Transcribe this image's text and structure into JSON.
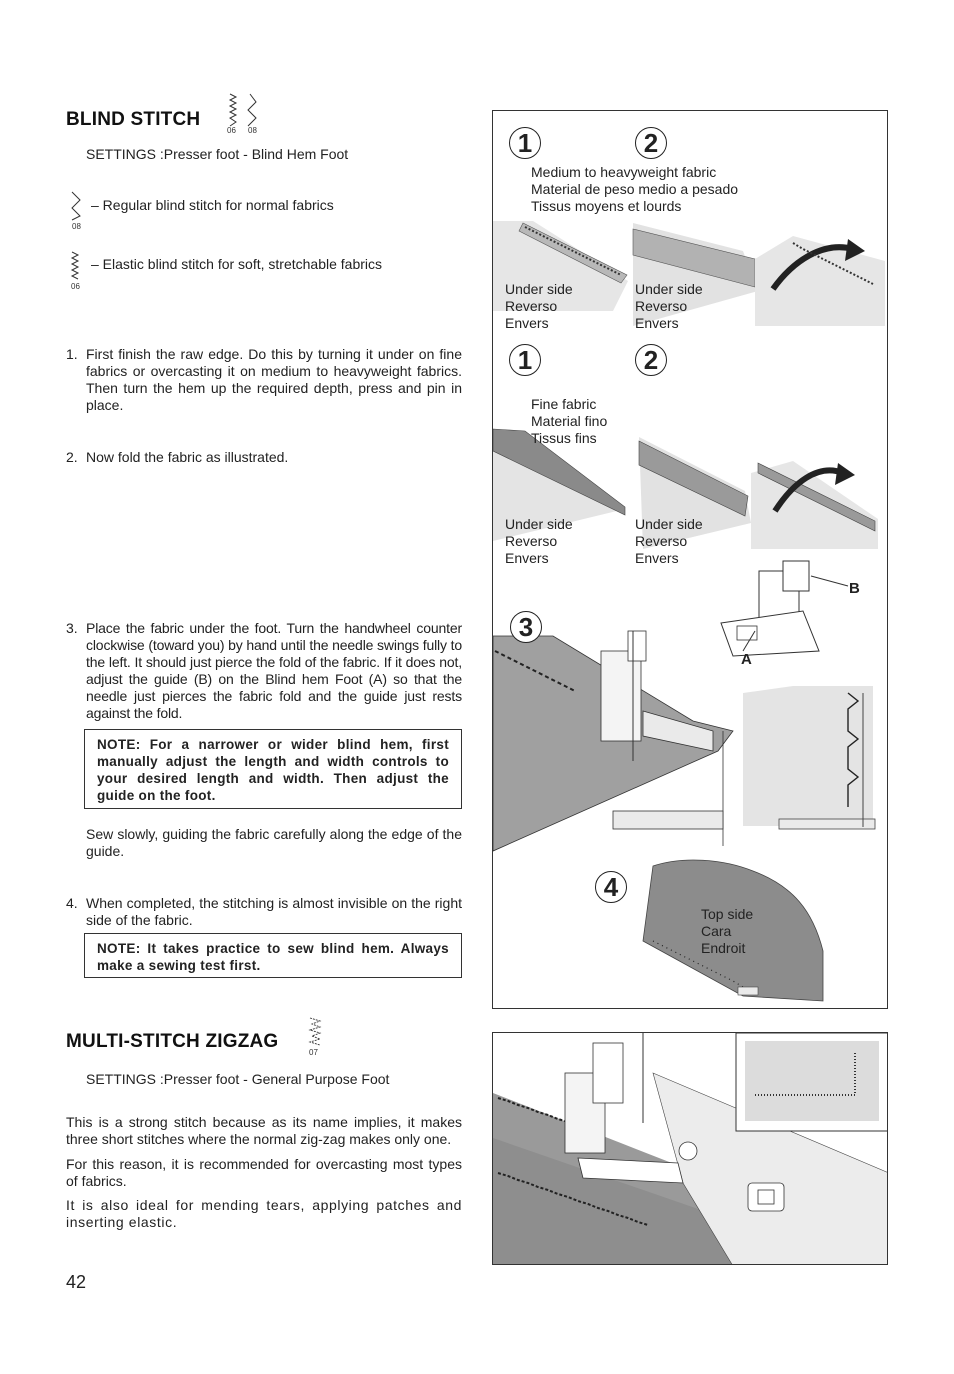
{
  "blind_stitch": {
    "title": "BLIND STITCH",
    "icon_codes": [
      "06",
      "08"
    ],
    "settings": "SETTINGS   :Presser foot - Blind Hem Foot",
    "options": [
      {
        "code": "08",
        "text": "– Regular blind stitch for normal fabrics"
      },
      {
        "code": "06",
        "text": "– Elastic blind stitch for soft, stretchable fabrics"
      }
    ],
    "steps": [
      {
        "num": "1.",
        "text": "First finish the raw edge. Do this by turning it under on fine fabrics or overcasting it on medium to heavyweight fabrics. Then turn the hem up the required depth, press and pin in place."
      },
      {
        "num": "2.",
        "text": "Now fold the fabric as illustrated."
      },
      {
        "num": "3.",
        "text": "Place the fabric under the foot. Turn the handwheel counter clockwise (toward you) by hand until the needle swings fully to the left. It should just pierce the fold of the fabric. If it does not, adjust the guide (B) on the Blind hem Foot (A) so that the needle just pierces the fabric fold and the guide just rests against the fold."
      },
      {
        "num": "4.",
        "text": "When completed, the stitching is almost invisible on the right side of the fabric."
      }
    ],
    "note1": "NOTE: For a narrower or wider blind hem, first manually adjust the length and width controls to your desired length and width. Then adjust the guide on the foot.",
    "sew_slowly": "Sew slowly, guiding the fabric carefully along the edge of the guide.",
    "note2": "NOTE:  It takes practice to sew blind hem. Always make a sewing test first."
  },
  "multi_zigzag": {
    "title": "MULTI-STITCH ZIGZAG",
    "icon_code": "07",
    "settings": "SETTINGS   :Presser foot - General Purpose Foot",
    "paragraphs": [
      "This is a strong stitch because as its name implies, it makes three short stitches where the normal zig-zag makes only one.",
      "For this reason, it is recommended for overcasting most types of fabrics.",
      "It is also ideal for mending tears, applying patches and inserting elastic."
    ]
  },
  "figure": {
    "step_numbers": [
      "1",
      "2",
      "1",
      "2",
      "3",
      "4"
    ],
    "heavy_fabric": [
      "Medium to heavyweight fabric",
      "Material de peso medio a pesado",
      "Tissus moyens et lourds"
    ],
    "fine_fabric": [
      "Fine fabric",
      "Material fino",
      "Tissus fins"
    ],
    "under_side": [
      "Under side",
      "Reverso",
      "Envers"
    ],
    "top_side": [
      "Top side",
      "Cara",
      "Endroit"
    ],
    "label_a": "A",
    "label_b": "B"
  },
  "page_number": "42"
}
